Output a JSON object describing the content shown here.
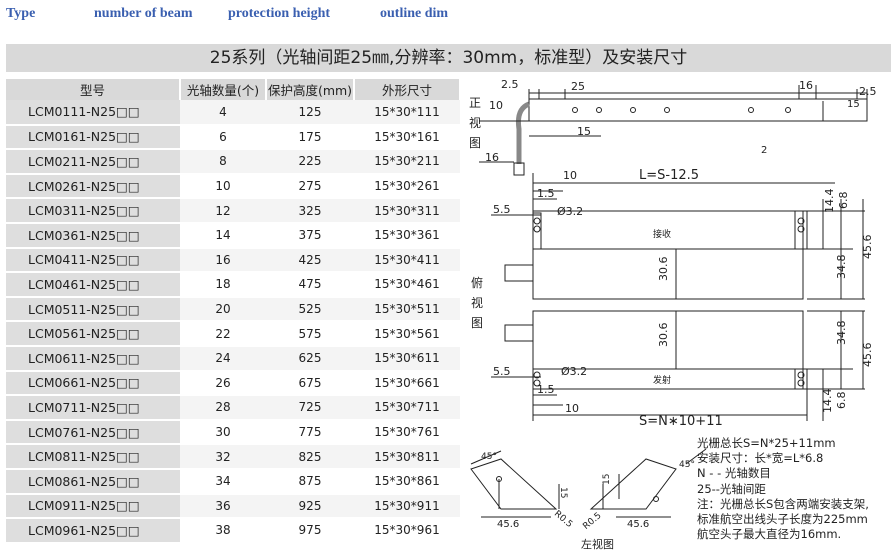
{
  "header": {
    "type": "Type",
    "beam": "number of beam",
    "height": "protection height",
    "outline": "outline dim"
  },
  "table": {
    "title": "25系列（光轴间距25㎜,分辨率：30mm，标准型）及安装尺寸",
    "columns": [
      "型号",
      "光轴数量(个)",
      "保护高度(mm)",
      "外形尺寸"
    ],
    "rows": [
      [
        "LCM0111-N25□□",
        "4",
        "125",
        "15*30*111"
      ],
      [
        "LCM0161-N25□□",
        "6",
        "175",
        "15*30*161"
      ],
      [
        "LCM0211-N25□□",
        "8",
        "225",
        "15*30*211"
      ],
      [
        "LCM0261-N25□□",
        "10",
        "275",
        "15*30*261"
      ],
      [
        "LCM0311-N25□□",
        "12",
        "325",
        "15*30*311"
      ],
      [
        "LCM0361-N25□□",
        "14",
        "375",
        "15*30*361"
      ],
      [
        "LCM0411-N25□□",
        "16",
        "425",
        "15*30*411"
      ],
      [
        "LCM0461-N25□□",
        "18",
        "475",
        "15*30*461"
      ],
      [
        "LCM0511-N25□□",
        "20",
        "525",
        "15*30*511"
      ],
      [
        "LCM0561-N25□□",
        "22",
        "575",
        "15*30*561"
      ],
      [
        "LCM0611-N25□□",
        "24",
        "625",
        "15*30*611"
      ],
      [
        "LCM0661-N25□□",
        "26",
        "675",
        "15*30*661"
      ],
      [
        "LCM0711-N25□□",
        "28",
        "725",
        "15*30*711"
      ],
      [
        "LCM0761-N25□□",
        "30",
        "775",
        "15*30*761"
      ],
      [
        "LCM0811-N25□□",
        "32",
        "825",
        "15*30*811"
      ],
      [
        "LCM0861-N25□□",
        "34",
        "875",
        "15*30*861"
      ],
      [
        "LCM0911-N25□□",
        "36",
        "925",
        "15*30*911"
      ],
      [
        "LCM0961-N25□□",
        "38",
        "975",
        "15*30*961"
      ]
    ]
  },
  "drawing": {
    "front_view": [
      "正",
      "视",
      "图"
    ],
    "top_view": [
      "俯",
      "视",
      "图"
    ],
    "side_view": "左视图",
    "receiver": "接收",
    "emitter": "发射",
    "dims": {
      "d2_5": "2.5",
      "d25": "25",
      "d16": "16",
      "d10": "10",
      "d15": "15",
      "d2": "2",
      "L": "L=S-12.5",
      "d1_5": "1.5",
      "d5_5": "5.5",
      "hole": "Ø3.2",
      "d14_4": "14.4",
      "d6_8": "6.8",
      "d45_6": "45.6",
      "d34_8": "34.8",
      "d30_6": "30.6",
      "S": "S=N∗10+11",
      "ang45": "45°",
      "R05": "R0.5"
    }
  },
  "notes": [
    "光栅总长S=N*25+11mm",
    "安装尺寸：长*宽=L*6.8",
    "N - - 光轴数目",
    "25--光轴间距",
    "注：光栅总长S包含两端安装支架,",
    "标准航空出线头子长度为225mm",
    "航空头子最大直径为16mm."
  ]
}
